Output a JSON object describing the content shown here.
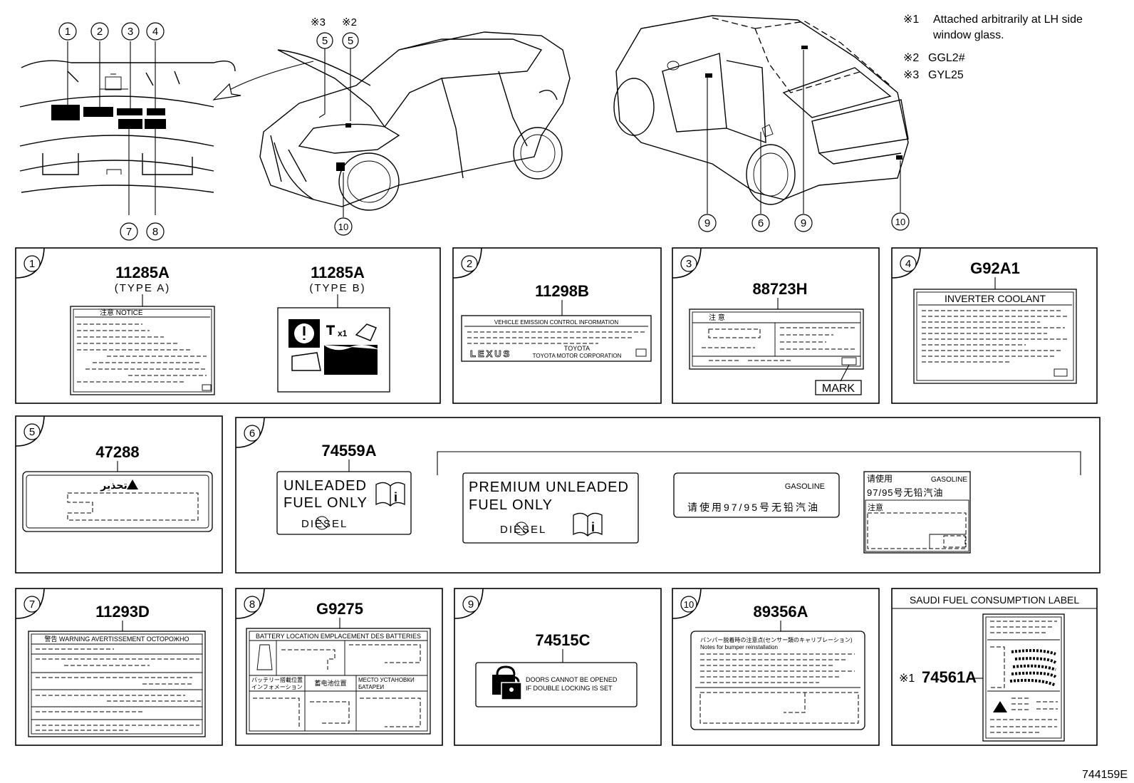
{
  "notes": [
    {
      "mark": "※1",
      "text": "Attached arbitrarily at LH side"
    },
    {
      "mark": "",
      "text": "window glass."
    },
    {
      "mark": "※2",
      "text": "GGL2#"
    },
    {
      "mark": "※3",
      "text": "GYL25"
    }
  ],
  "diagram_marks": {
    "star3": "※3",
    "star2": "※2"
  },
  "figure_id": "744159E",
  "callouts": [
    "1",
    "2",
    "3",
    "4",
    "5",
    "6",
    "7",
    "8",
    "9",
    "10"
  ],
  "panels": {
    "p1": {
      "num": "1",
      "a_part": "11285A",
      "a_type": "(TYPE  A)",
      "a_header": "注意 NOTICE",
      "b_part": "11285A",
      "b_type": "(TYPE  B)",
      "b_x1": "x1"
    },
    "p2": {
      "num": "2",
      "part": "11298B",
      "header": "VEHICLE EMISSION CONTROL INFORMATION",
      "brand": "LEXUS",
      "maker1": "TOYOTA",
      "maker2": "TOYOTA MOTOR CORPORATION"
    },
    "p3": {
      "num": "3",
      "part": "88723H",
      "header": "注 意",
      "mark": "MARK"
    },
    "p4": {
      "num": "4",
      "part": "G92A1",
      "title": "INVERTER COOLANT"
    },
    "p5": {
      "num": "5",
      "part": "47288",
      "arabic": "تحذير"
    },
    "p6": {
      "num": "6",
      "part": "74559A",
      "l1_line1": "UNLEADED",
      "l1_line2": "FUEL ONLY",
      "l1_diesel": "DIESEL",
      "l2_line1": "PREMIUM  UNLEADED",
      "l2_line2": "FUEL  ONLY",
      "l2_diesel": "DIESEL",
      "l3_gas": "GASOLINE",
      "l3_cn": "请使用97/95号无铅汽油",
      "l4_left": "请使用",
      "l4_right": "GASOLINE",
      "l4_cn": "97/95号无铅汽油",
      "l4_warn": "注意"
    },
    "p7": {
      "num": "7",
      "part": "11293D",
      "header": "警告 WARNING AVERTISSEMENT ОСТОРОЖНО"
    },
    "p8": {
      "num": "8",
      "part": "G9275",
      "header": "BATTERY LOCATION   EMPLACEMENT DES BATTERIES",
      "jp1": "バッテリー搭載位置",
      "jp2": "インフォメーション",
      "cn": "蓄电池位置",
      "ru1": "МЕСТО УСТАНОВКИ",
      "ru2": "БАТАРЕИ"
    },
    "p9": {
      "num": "9",
      "part": "74515C",
      "line1": "DOORS CANNOT BE OPENED",
      "line2": "IF DOUBLE LOCKING IS SET"
    },
    "p10": {
      "num": "10",
      "part": "89356A",
      "jp": "バンパー脱着時の注意点(センサー類のキャリブレーション)",
      "en": "Notes for bumper reinstallation"
    },
    "p11": {
      "title": "SAUDI FUEL CONSUMPTION LABEL",
      "mark": "※1",
      "part": "74561A"
    }
  }
}
